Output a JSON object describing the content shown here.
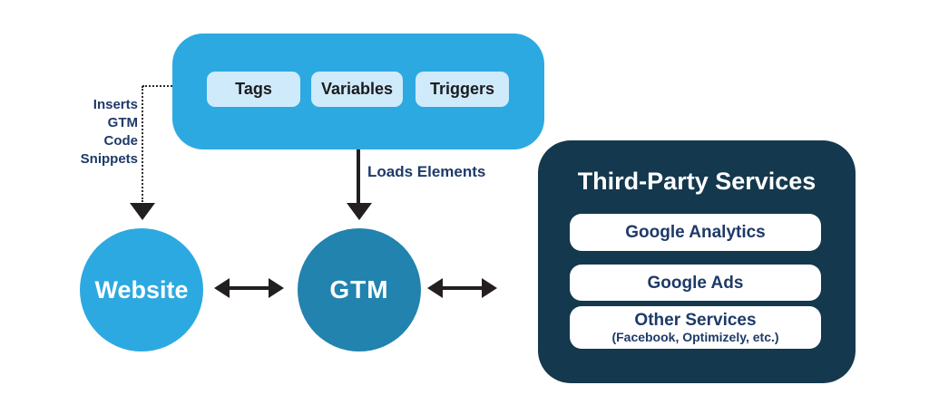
{
  "gtm_container": {
    "chips": [
      {
        "label": "Tags"
      },
      {
        "label": "Variables"
      },
      {
        "label": "Triggers"
      }
    ]
  },
  "arrows": {
    "inserts_label": "Inserts\nGTM\nCode\nSnippets",
    "loads_label": "Loads Elements"
  },
  "nodes": {
    "website_label": "Website",
    "gtm_label": "GTM"
  },
  "third_party": {
    "title": "Third-Party Services",
    "services": [
      {
        "name": "Google Analytics"
      },
      {
        "name": "Google Ads"
      },
      {
        "name": "Other Services",
        "subtitle": "(Facebook, Optimizely, etc.)"
      }
    ]
  },
  "colors": {
    "bright_blue": "#2CA9E1",
    "gtm_blue": "#2183AE",
    "dark_navy": "#14384E",
    "chip_light_blue": "#CFEAFB",
    "text_navy": "#1E3A68",
    "arrow_black": "#231F20"
  }
}
